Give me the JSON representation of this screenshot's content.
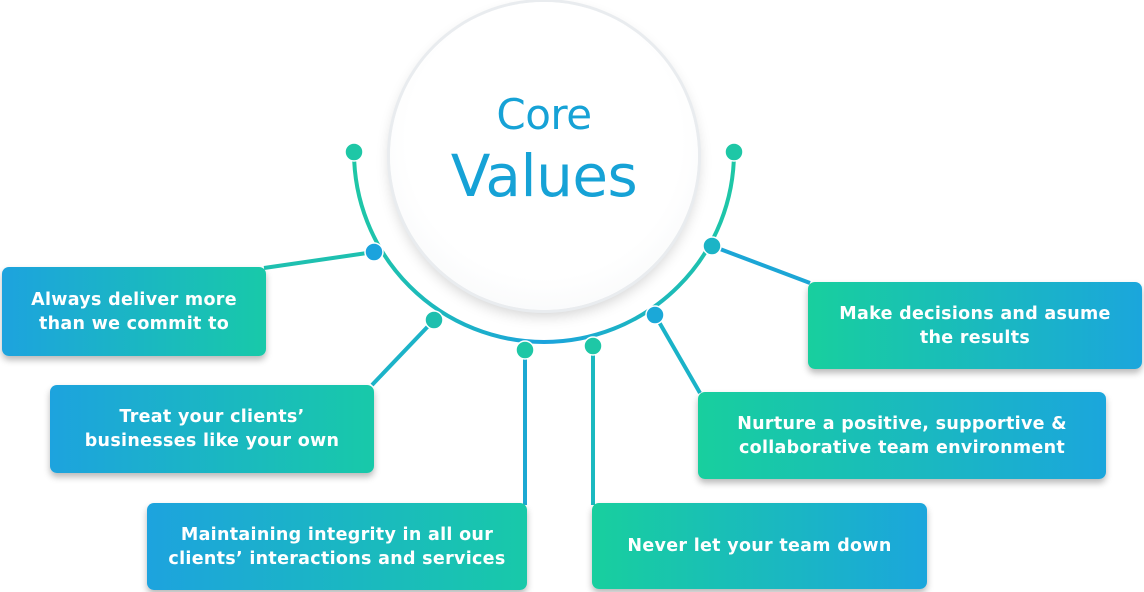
{
  "title": {
    "line1": "Core",
    "line2": "Values"
  },
  "colors": {
    "title": "#16a2d6",
    "teal": "#1ec7a6",
    "blue": "#1ba3dd"
  },
  "values": [
    {
      "id": "deliver",
      "text": "Always deliver more\nthan we commit to"
    },
    {
      "id": "treat",
      "text": "Treat your clients’\nbusinesses like your own"
    },
    {
      "id": "integrity",
      "text": "Maintaining integrity in all our\nclients’ interactions and services"
    },
    {
      "id": "team-down",
      "text": "Never let your team down"
    },
    {
      "id": "nurture",
      "text": "Nurture a positive, supportive &\ncollaborative team environment"
    },
    {
      "id": "decisions",
      "text": "Make decisions and asume\nthe results"
    }
  ]
}
